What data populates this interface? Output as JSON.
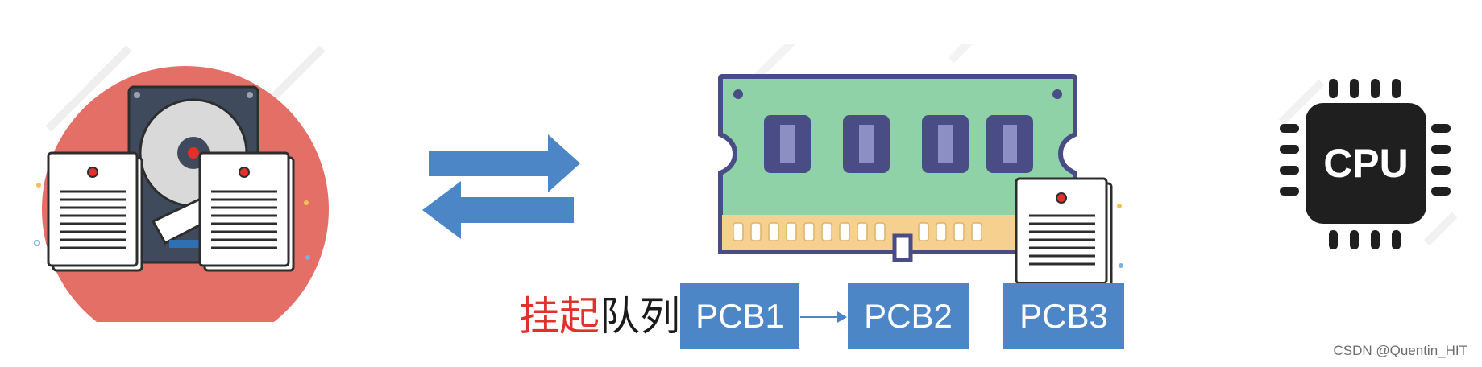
{
  "diagram": {
    "cpu_text": "CPU",
    "queue_label_highlight": "挂起",
    "queue_label_rest": "队列",
    "pcbs": [
      "PCB1",
      "PCB2",
      "PCB3"
    ]
  },
  "watermark": "CSDN @Quentin_HIT",
  "colors": {
    "arrow": "#4d86c6",
    "pcb_box": "#4d86c6",
    "disk_circle": "#e46f66",
    "ram_board": "#8fd2a8",
    "chip": "#1f1f1f",
    "highlight_text": "#e0312a"
  }
}
